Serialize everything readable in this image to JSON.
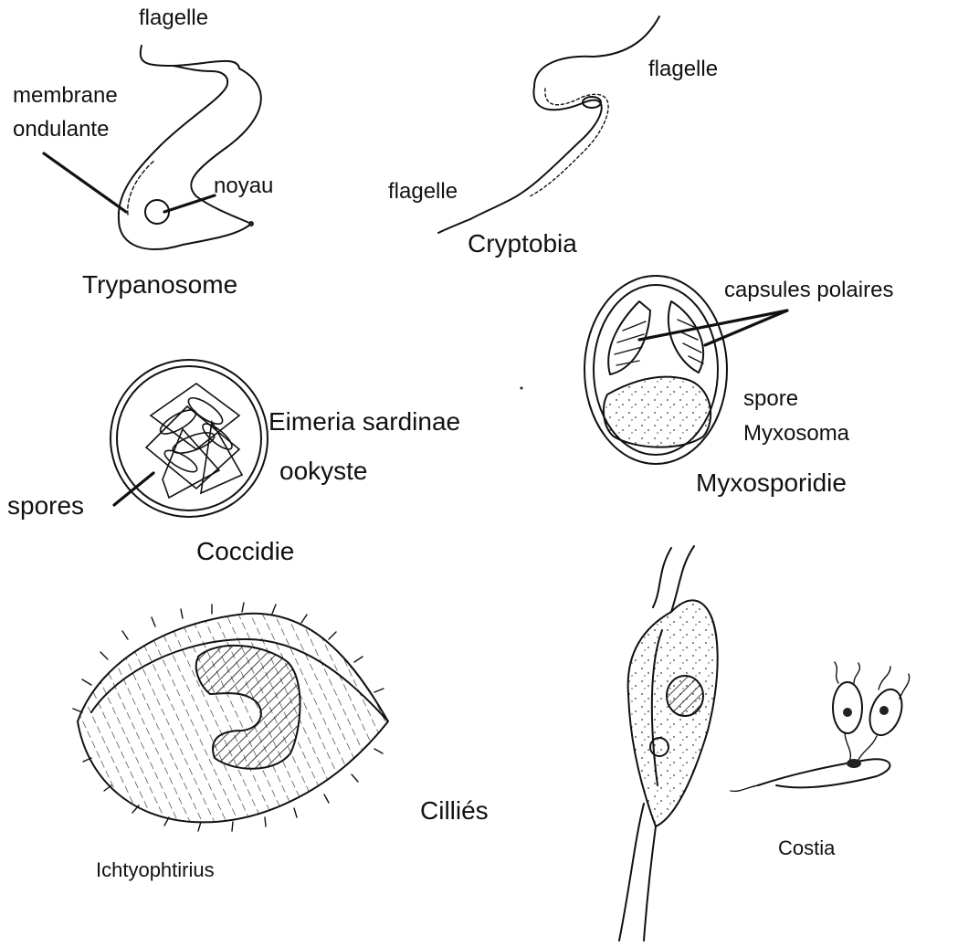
{
  "figure": {
    "trypanosome": {
      "flagelle": "flagelle",
      "membrane_1": "membrane",
      "membrane_2": "ondulante",
      "noyau": "noyau",
      "name": "Trypanosome"
    },
    "cryptobia": {
      "flagelle_right": "flagelle",
      "flagelle_left": "flagelle",
      "name": "Cryptobia"
    },
    "myxosporidie": {
      "capsules": "capsules polaires",
      "spore": "spore",
      "myxosoma": "Myxosoma",
      "name": "Myxosporidie"
    },
    "coccidie": {
      "eimeria": "Eimeria sardinae",
      "ookyste": "ookyste",
      "spores": "spores",
      "name": "Coccidie"
    },
    "cillies": {
      "group": "Cilliés",
      "ichtyophtirius": "Ichtyophtirius",
      "costia": "Costia"
    }
  }
}
